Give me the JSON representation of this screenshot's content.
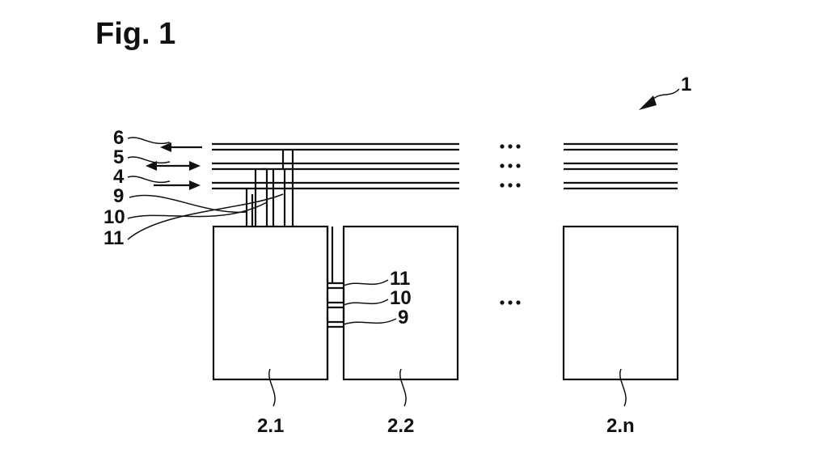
{
  "figure": {
    "title": "Fig. 1",
    "system_ref": "1",
    "line_refs": {
      "line6": "6",
      "line5": "5",
      "line4": "4"
    },
    "connector_refs_left": {
      "c9": "9",
      "c10": "10",
      "c11": "11"
    },
    "connector_refs_mid": {
      "c11": "11",
      "c10": "10",
      "c9": "9"
    },
    "modules": [
      {
        "label": "2.1"
      },
      {
        "label": "2.2"
      },
      {
        "label": "2.n"
      }
    ],
    "ellipsis_glyph": "•••"
  }
}
